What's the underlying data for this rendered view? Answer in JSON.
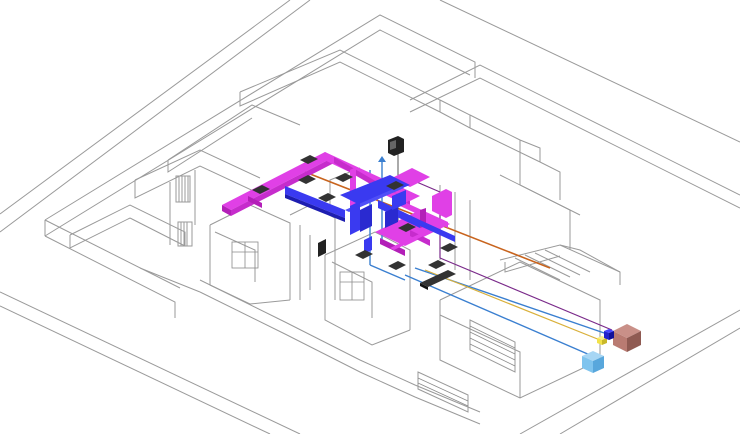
{
  "model": {
    "colors": {
      "supply_duct": "#e040e6",
      "supply_duct_shade": "#b31fb8",
      "return_duct": "#3a3af0",
      "return_duct_shade": "#1d1db0",
      "outline": "#9a9a9a",
      "condensate_pipe": "#c8641e",
      "refrigerant_gas": "#3a7fd0",
      "refrigerant_liquid": "#d9b03a",
      "drain_line": "#7a2a8a",
      "outdoor_unit_red": "#b97b72",
      "outdoor_unit_blue": "#7fc4ee",
      "outdoor_unit_yellow": "#f2e24a",
      "diffuser": "#333333"
    },
    "components": [
      {
        "name": "supply-duct-network",
        "icon": "magenta-duct"
      },
      {
        "name": "return-duct-network",
        "icon": "blue-duct"
      },
      {
        "name": "air-handling-unit",
        "icon": "ahu-box"
      },
      {
        "name": "outdoor-condenser-red",
        "icon": "cube"
      },
      {
        "name": "outdoor-condenser-blue",
        "icon": "cube"
      },
      {
        "name": "refrigerant-piping",
        "icon": "pipe"
      }
    ]
  }
}
